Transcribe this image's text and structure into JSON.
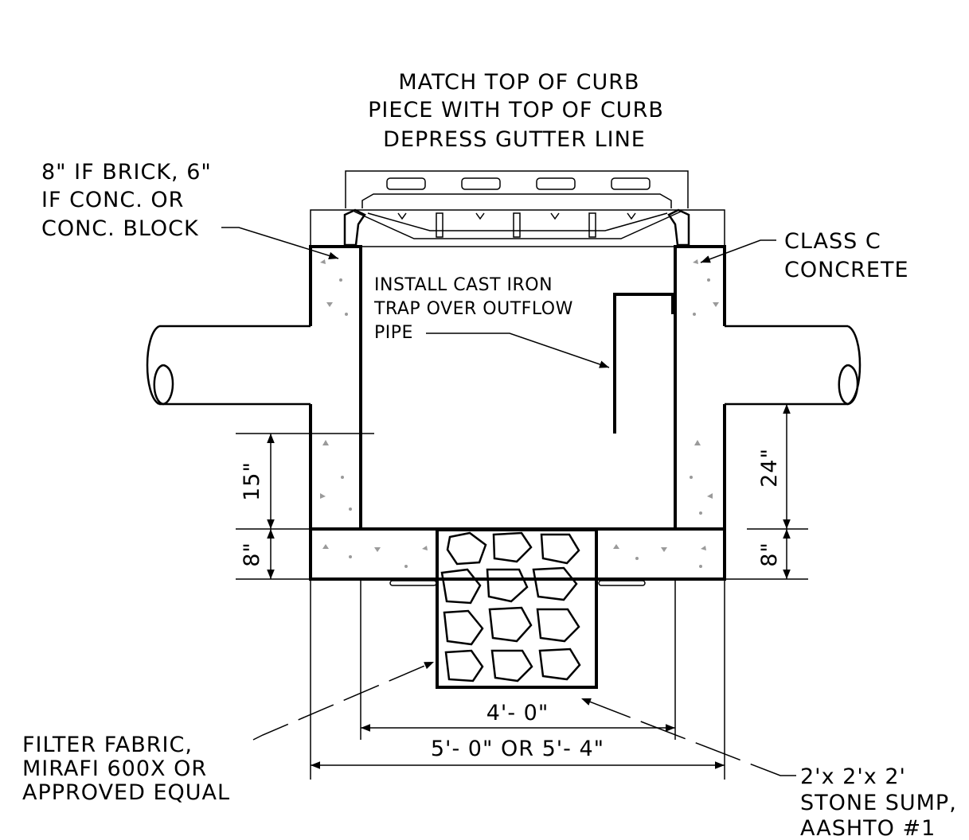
{
  "notes": {
    "top_line1": "MATCH TOP OF CURB",
    "top_line2": "PIECE WITH TOP OF CURB",
    "top_line3": "DEPRESS GUTTER LINE",
    "wall_line1": "8\" IF BRICK, 6\"",
    "wall_line2": "IF CONC. OR",
    "wall_line3": "CONC. BLOCK",
    "concrete_line1": "CLASS C",
    "concrete_line2": "CONCRETE",
    "trap_line1": "INSTALL CAST IRON",
    "trap_line2": "TRAP OVER OUTFLOW",
    "trap_line3": "PIPE",
    "fabric_line1": "FILTER FABRIC,",
    "fabric_line2": "MIRAFI 600X OR",
    "fabric_line3": "APPROVED EQUAL",
    "sump_line1": "2'x 2'x 2'",
    "sump_line2": "STONE SUMP,",
    "sump_line3": "AASHTO #1"
  },
  "dimensions": {
    "left_upper": "15\"",
    "left_lower": "8\"",
    "right_upper": "24\"",
    "right_lower": "8\"",
    "inner_width": "4'- 0\"",
    "outer_width": "5'- 0\" OR 5'- 4\""
  }
}
